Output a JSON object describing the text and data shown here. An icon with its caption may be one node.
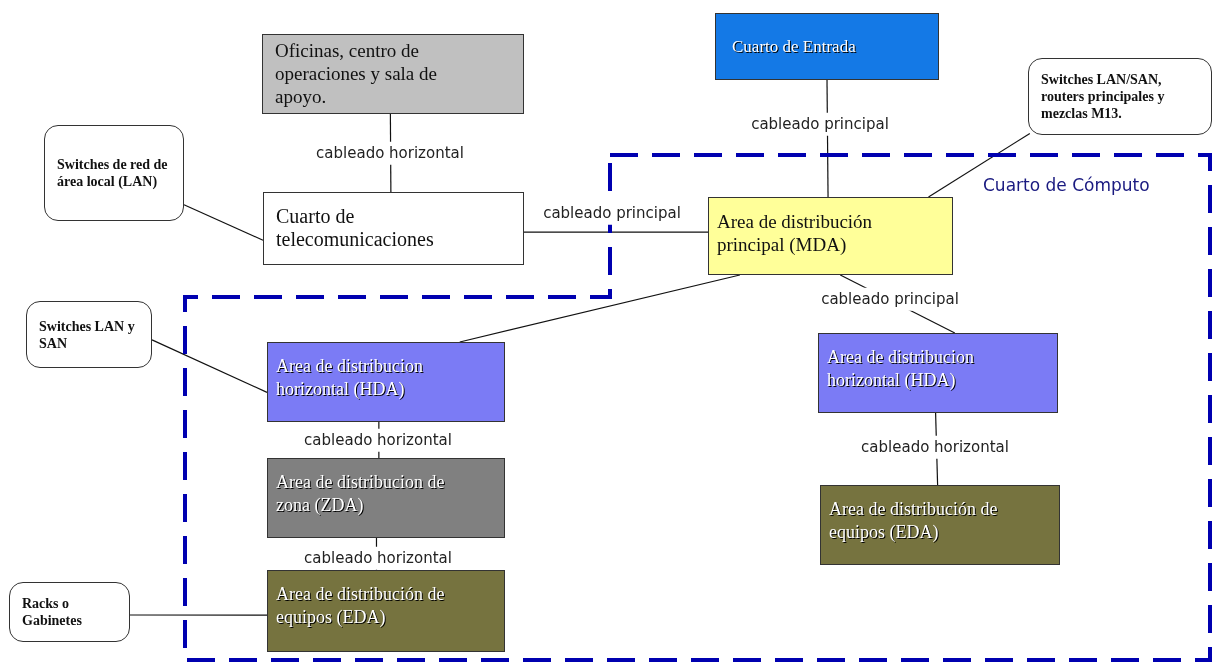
{
  "diagram": {
    "nodes": [
      {
        "text": [
          "Oficinas, centro de operaciones y sala de apoyo."
        ]
      },
      {
        "text": [
          "Cuarto de Entrada"
        ]
      },
      {
        "text": [
          "Switches LAN/SAN, routers principales y mezclas M13."
        ]
      },
      {
        "text": [
          "Switches de red de área local (LAN)"
        ]
      },
      {
        "text": [
          "Cuarto de telecomunicaciones"
        ]
      },
      {
        "text": [
          "Cuarto de Cómputo"
        ]
      },
      {
        "text": [
          "Area de distribución principal (MDA)"
        ],
        "in": 5
      },
      {
        "text": [
          "Switches LAN y SAN"
        ]
      },
      {
        "text": [
          "Area de distribucion horizontal (HDA)"
        ],
        "in": 5
      },
      {
        "text": [
          "Area de distribucion horizontal (HDA)"
        ],
        "in": 5
      },
      {
        "text": [
          "Area de distribucion de zona (ZDA)"
        ],
        "in": 5
      },
      {
        "text": [
          "Area de distribución de equipos (EDA)"
        ],
        "in": 5
      },
      {
        "text": [
          "Racks o Gabinetes"
        ]
      },
      {
        "text": [
          "Area de distribución de equipos (EDA)"
        ],
        "in": 5
      }
    ],
    "edges": [
      {
        "from": 0,
        "to": 4,
        "arrow": "none",
        "label": "cableado horizontal"
      },
      {
        "from": 4,
        "to": 6,
        "arrow": "none",
        "label": "cableado principal"
      },
      {
        "from": 1,
        "to": 6,
        "arrow": "none",
        "label": "cableado principal"
      },
      {
        "from": 2,
        "to": 6,
        "arrow": "none"
      },
      {
        "from": 6,
        "to": 8,
        "arrow": "none"
      },
      {
        "from": 6,
        "to": 9,
        "arrow": "none",
        "label": "cableado principal"
      },
      {
        "from": 8,
        "to": 10,
        "arrow": "none",
        "label": "cableado horizontal"
      },
      {
        "from": 10,
        "to": 13,
        "arrow": "none",
        "label": "cableado horizontal"
      },
      {
        "from": 9,
        "to": 11,
        "arrow": "none",
        "label": "cableado horizontal"
      },
      {
        "from": 3,
        "to": 4,
        "arrow": "none"
      },
      {
        "from": 7,
        "to": 8,
        "arrow": "none"
      },
      {
        "from": 12,
        "to": 13,
        "arrow": "none"
      }
    ]
  }
}
